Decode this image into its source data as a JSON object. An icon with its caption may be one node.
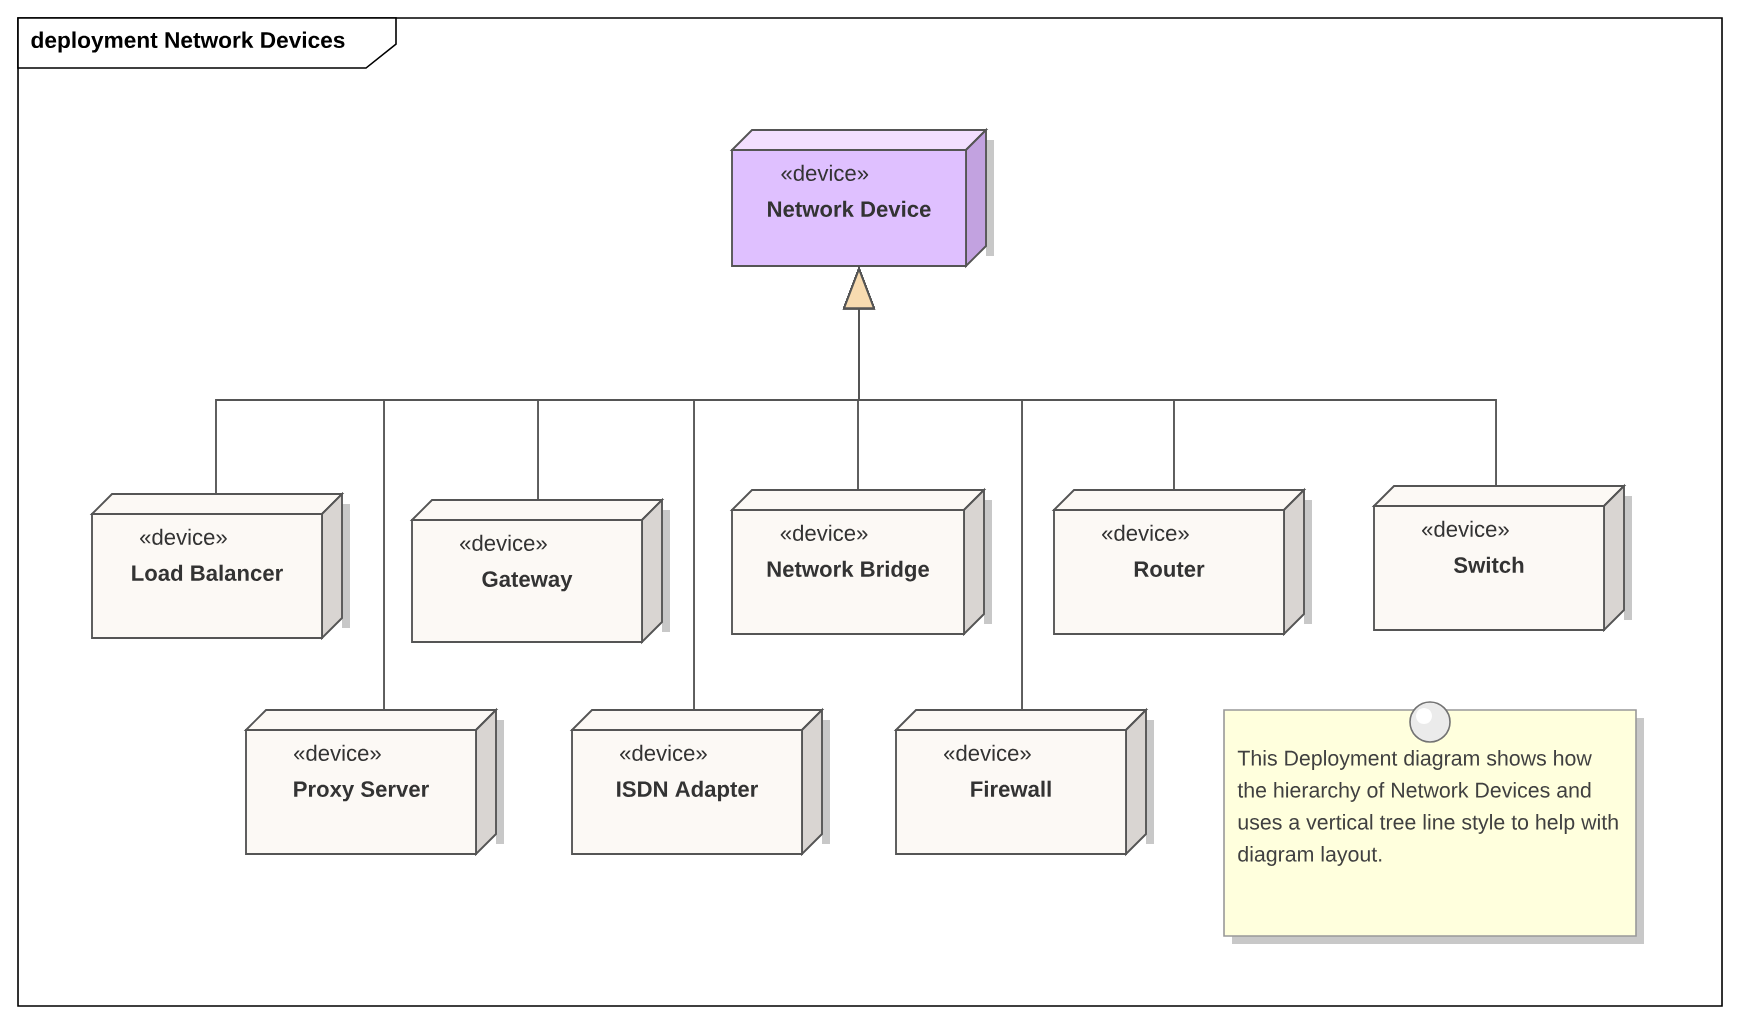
{
  "diagram": {
    "title": "deployment Network Devices",
    "nodes": [
      {
        "text": [
          "«device»",
          "Network Device"
        ]
      },
      {
        "text": [
          "«device»",
          "Load Balancer"
        ]
      },
      {
        "text": [
          "«device»",
          "Gateway"
        ]
      },
      {
        "text": [
          "«device»",
          "Network Bridge"
        ]
      },
      {
        "text": [
          "«device»",
          "Router"
        ]
      },
      {
        "text": [
          "«device»",
          "Switch"
        ]
      },
      {
        "text": [
          "«device»",
          "Proxy Server"
        ]
      },
      {
        "text": [
          "«device»",
          "ISDN Adapter"
        ]
      },
      {
        "text": [
          "«device»",
          "Firewall"
        ]
      },
      {
        "text": [
          "This Deployment diagram shows how the hierarchy of Network Devices and uses a vertical tree line style to help with diagram layout."
        ]
      }
    ],
    "edges": [
      {
        "from": 1,
        "to": 0,
        "arrow": "to"
      },
      {
        "from": 6,
        "to": 0,
        "arrow": "to"
      },
      {
        "from": 2,
        "to": 0,
        "arrow": "to"
      },
      {
        "from": 7,
        "to": 0,
        "arrow": "to"
      },
      {
        "from": 3,
        "to": 0,
        "arrow": "to"
      },
      {
        "from": 8,
        "to": 0,
        "arrow": "to"
      },
      {
        "from": 4,
        "to": 0,
        "arrow": "to"
      },
      {
        "from": 5,
        "to": 0,
        "arrow": "to"
      }
    ]
  }
}
